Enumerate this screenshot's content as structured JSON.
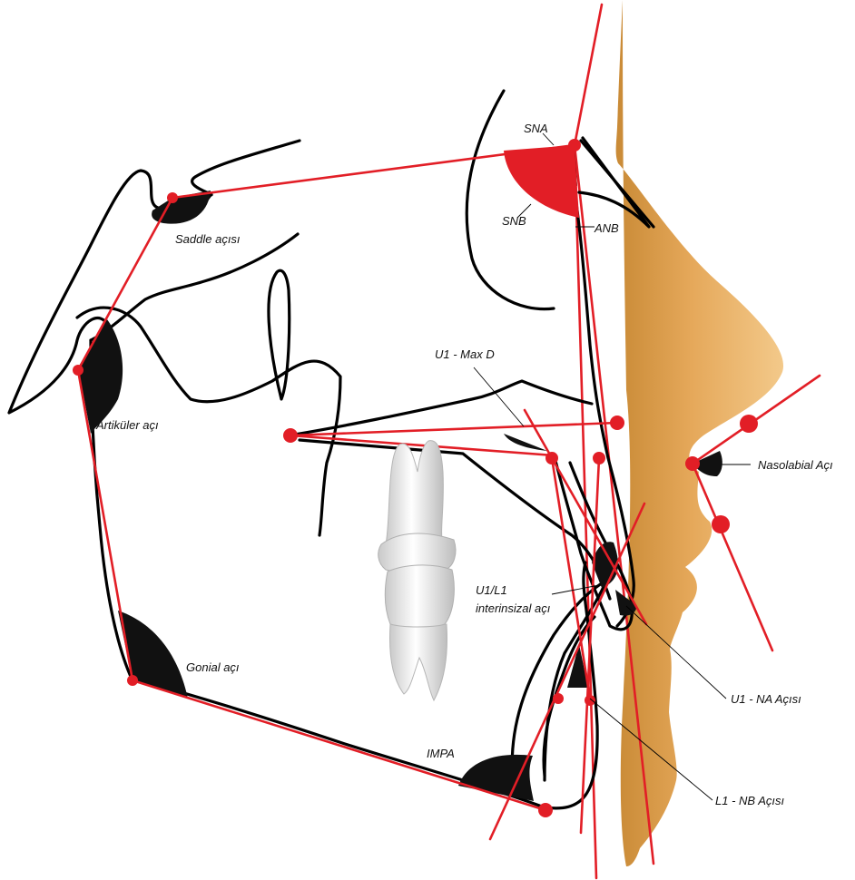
{
  "labels": {
    "sna": "SNA",
    "snb": "SNB",
    "anb": "ANB",
    "saddle": "Saddle açısı",
    "articular": "Artiküler açı",
    "gonial": "Gonial açı",
    "impa": "IMPA",
    "u1_maxd": "U1 - Max D",
    "interincisal_line1": "U1/L1",
    "interincisal_line2": "interinsizal açı",
    "nasolabial": "Nasolabial Açı",
    "u1_na": "U1 - NA Açısı",
    "l1_nb": "L1 - NB Açısı"
  },
  "colors": {
    "reference_line": "#e21e26",
    "tracing": "#000000",
    "angle_fill": "#111111",
    "snb_fill": "#e21e26",
    "soft_tissue_light": "#f0c27e",
    "soft_tissue_dark": "#c98a36",
    "tooth": "#eeeeee"
  },
  "icons": {
    "tooth": "molar-tooth-icon",
    "landmark": "landmark-dot-icon"
  }
}
